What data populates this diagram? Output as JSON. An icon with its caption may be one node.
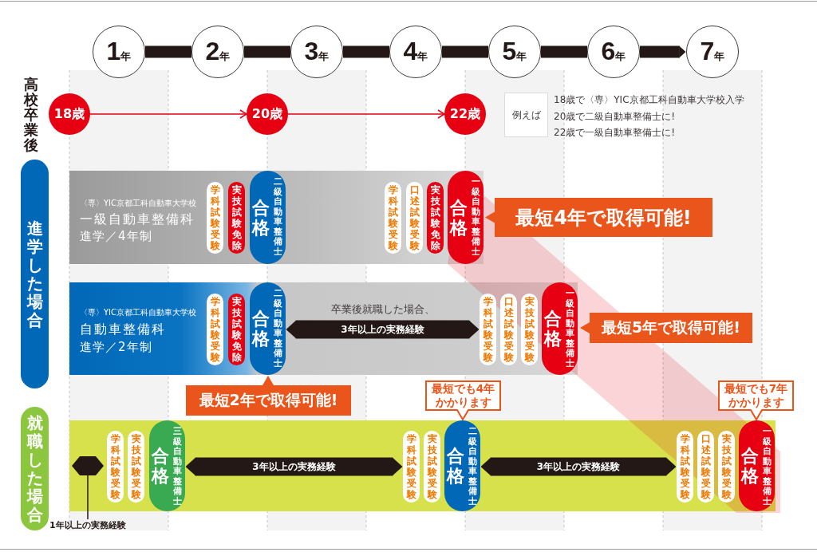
{
  "diagram": {
    "nodes": [
      {
        "text": [
          "1年"
        ]
      },
      {
        "text": [
          "2年"
        ]
      },
      {
        "text": [
          "3年"
        ]
      },
      {
        "text": [
          "4年"
        ]
      },
      {
        "text": [
          "5年"
        ]
      },
      {
        "text": [
          "6年"
        ]
      },
      {
        "text": [
          "7年"
        ]
      },
      {
        "text": [
          "18歳"
        ]
      },
      {
        "text": [
          "20歳"
        ]
      },
      {
        "text": [
          "22歳"
        ]
      },
      {
        "text": [
          "例えば"
        ],
        "beside": [
          "18歳で〈専〉YIC京都工科自動車大学校入学",
          "20歳で二級自動車整備士に!",
          "22歳で一級自動車整備士に!"
        ]
      },
      {
        "text": [
          "進学した場合"
        ]
      },
      {
        "text": [
          "〈専〉YIC京都工科自動車大学校",
          "一級自動車整備科",
          "進学／4年制"
        ]
      },
      {
        "text": [
          "学科試験受験"
        ],
        "in": 12
      },
      {
        "text": [
          "実技試験免除"
        ],
        "in": 12
      },
      {
        "text": [
          "合格",
          "二級自動車整備士"
        ],
        "in": 12
      },
      {
        "text": [
          "学科試験受験"
        ],
        "in": 12
      },
      {
        "text": [
          "口述試験受験"
        ],
        "in": 12
      },
      {
        "text": [
          "実技試験免除"
        ],
        "in": 12
      },
      {
        "text": [
          "合格",
          "一級自動車整備士"
        ],
        "in": 12
      },
      {
        "text": [
          "最短4年で取得可能!"
        ]
      },
      {
        "text": [
          "〈専〉YIC京都工科自動車大学校",
          "自動車整備科",
          "進学／2年制"
        ]
      },
      {
        "text": [
          "学科試験受験"
        ],
        "in": 21
      },
      {
        "text": [
          "実技試験免除"
        ],
        "in": 21
      },
      {
        "text": [
          "合格",
          "二級自動車整備士"
        ],
        "in": 21
      },
      {
        "text": [
          "学科試験受験"
        ],
        "in": 21
      },
      {
        "text": [
          "口述試験受験"
        ],
        "in": 21
      },
      {
        "text": [
          "実技試験受験"
        ],
        "in": 21
      },
      {
        "text": [
          "合格",
          "一級自動車整備士"
        ],
        "in": 21
      },
      {
        "text": [
          "最短5年で取得可能!"
        ]
      },
      {
        "text": [
          "最短2年で取得可能!"
        ]
      },
      {
        "text": [
          "最短でも4年かかります"
        ]
      },
      {
        "text": [
          "最短でも7年かかります"
        ]
      },
      {
        "text": [
          "就職した場合"
        ]
      },
      {
        "text": [],
        "shape": "bar"
      },
      {
        "text": [],
        "shape": "hexagon",
        "in": 34
      },
      {
        "text": [
          "学科試験受験"
        ],
        "in": 34
      },
      {
        "text": [
          "実技試験受験"
        ],
        "in": 34
      },
      {
        "text": [
          "合格",
          "三級自動車整備士"
        ],
        "in": 34
      },
      {
        "text": [
          "学科試験受験"
        ],
        "in": 34
      },
      {
        "text": [
          "実技試験受験"
        ],
        "in": 34
      },
      {
        "text": [
          "合格",
          "二級自動車整備士"
        ],
        "in": 34
      },
      {
        "text": [
          "学科試験受験"
        ],
        "in": 34
      },
      {
        "text": [
          "口述試験受験"
        ],
        "in": 34
      },
      {
        "text": [
          "実技試験受験"
        ],
        "in": 34
      },
      {
        "text": [
          "合格",
          "一級自動車整備士"
        ],
        "in": 34
      },
      {
        "text": [
          "1年以上の実務経験"
        ]
      }
    ],
    "edges": [
      {
        "from": 0,
        "to": 1,
        "arrow": "none"
      },
      {
        "from": 1,
        "to": 2,
        "arrow": "none"
      },
      {
        "from": 2,
        "to": 3,
        "arrow": "none"
      },
      {
        "from": 3,
        "to": 4,
        "arrow": "none"
      },
      {
        "from": 4,
        "to": 5,
        "arrow": "none"
      },
      {
        "from": 5,
        "to": 6,
        "arrow": "to"
      },
      {
        "from": 7,
        "to": 8,
        "arrow": "to",
        "color": "#e60012"
      },
      {
        "from": 8,
        "to": 9,
        "arrow": "to",
        "color": "#e60012"
      },
      {
        "from": 24,
        "to": 25,
        "arrow": "both",
        "label": "3年以上の実務経験"
      },
      {
        "from": 38,
        "to": 39,
        "arrow": "both",
        "label": "3年以上の実務経験"
      },
      {
        "from": 41,
        "to": 42,
        "arrow": "both",
        "label": "3年以上の実務経験"
      },
      {
        "from": 46,
        "to": 35,
        "arrow": "none"
      }
    ],
    "labels": [
      "高校卒業後",
      "卒業後就職した場合、"
    ]
  }
}
